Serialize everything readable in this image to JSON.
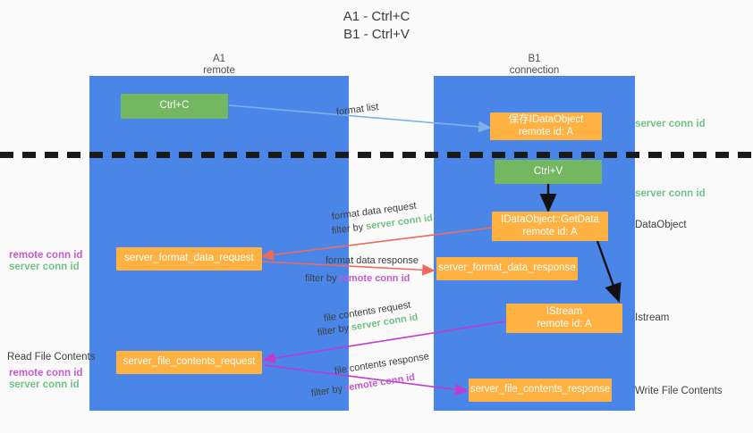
{
  "title": {
    "line1": "A1 - Ctrl+C",
    "line2": "B1 - Ctrl+V"
  },
  "columns": [
    {
      "name": "A1",
      "sub": "remote"
    },
    {
      "name": "B1",
      "sub": "connection"
    }
  ],
  "nodes": {
    "ctrl_c": {
      "label": "Ctrl+C"
    },
    "ctrl_v": {
      "label": "Ctrl+V"
    },
    "save_dataobject": {
      "line1": "保存IDataObject",
      "line2": "remote id: A"
    },
    "getdata": {
      "line1": "IDataObject::GetData",
      "line2": "remote id: A"
    },
    "istream": {
      "line1": "IStream",
      "line2": "remote id: A"
    },
    "server_format_data_request": {
      "label": "server_format_data_request"
    },
    "server_format_data_response": {
      "label": "server_format_data_response"
    },
    "server_file_contents_request": {
      "label": "server_file_contents_request"
    },
    "server_file_contents_response": {
      "label": "server_file_contents_response"
    }
  },
  "edges": {
    "format_list": "format list",
    "format_data_request": "format data request",
    "format_data_request_filter_prefix": "filter by ",
    "format_data_request_filter_key": "server conn id",
    "format_data_response": "format data response",
    "format_data_response_filter_prefix": "filter by ",
    "format_data_response_filter_key": "remote conn id",
    "file_contents_request": "file contents request",
    "file_contents_request_filter_prefix": "filter by ",
    "file_contents_request_filter_key": "server conn id",
    "file_contents_response": "file contents response",
    "file_contents_response_filter_prefix": "filter by ",
    "file_contents_response_filter_key": "remote conn id"
  },
  "annotations": {
    "right_server_conn_id_1": "server conn id",
    "right_server_conn_id_2": "server conn id",
    "right_dataobject": "DataObject",
    "right_istream": "Istream",
    "right_write_file_contents": "Write File Contents",
    "left_remote_conn_id_1": "remote conn id",
    "left_server_conn_id_1": "server conn id",
    "left_read_file_contents": "Read File Contents",
    "left_remote_conn_id_2": "remote conn id",
    "left_server_conn_id_2": "server conn id"
  },
  "colors": {
    "lane": "#4a86e8",
    "green_node": "#73b761",
    "orange_node": "#ffb142",
    "green_text": "#71c285",
    "magenta_text": "#c35ccf",
    "arrow_blue": "#7fb1e8",
    "arrow_red": "#f0695a",
    "arrow_magenta": "#c23ad0",
    "arrow_black": "#111111",
    "background": "#fafafa"
  }
}
